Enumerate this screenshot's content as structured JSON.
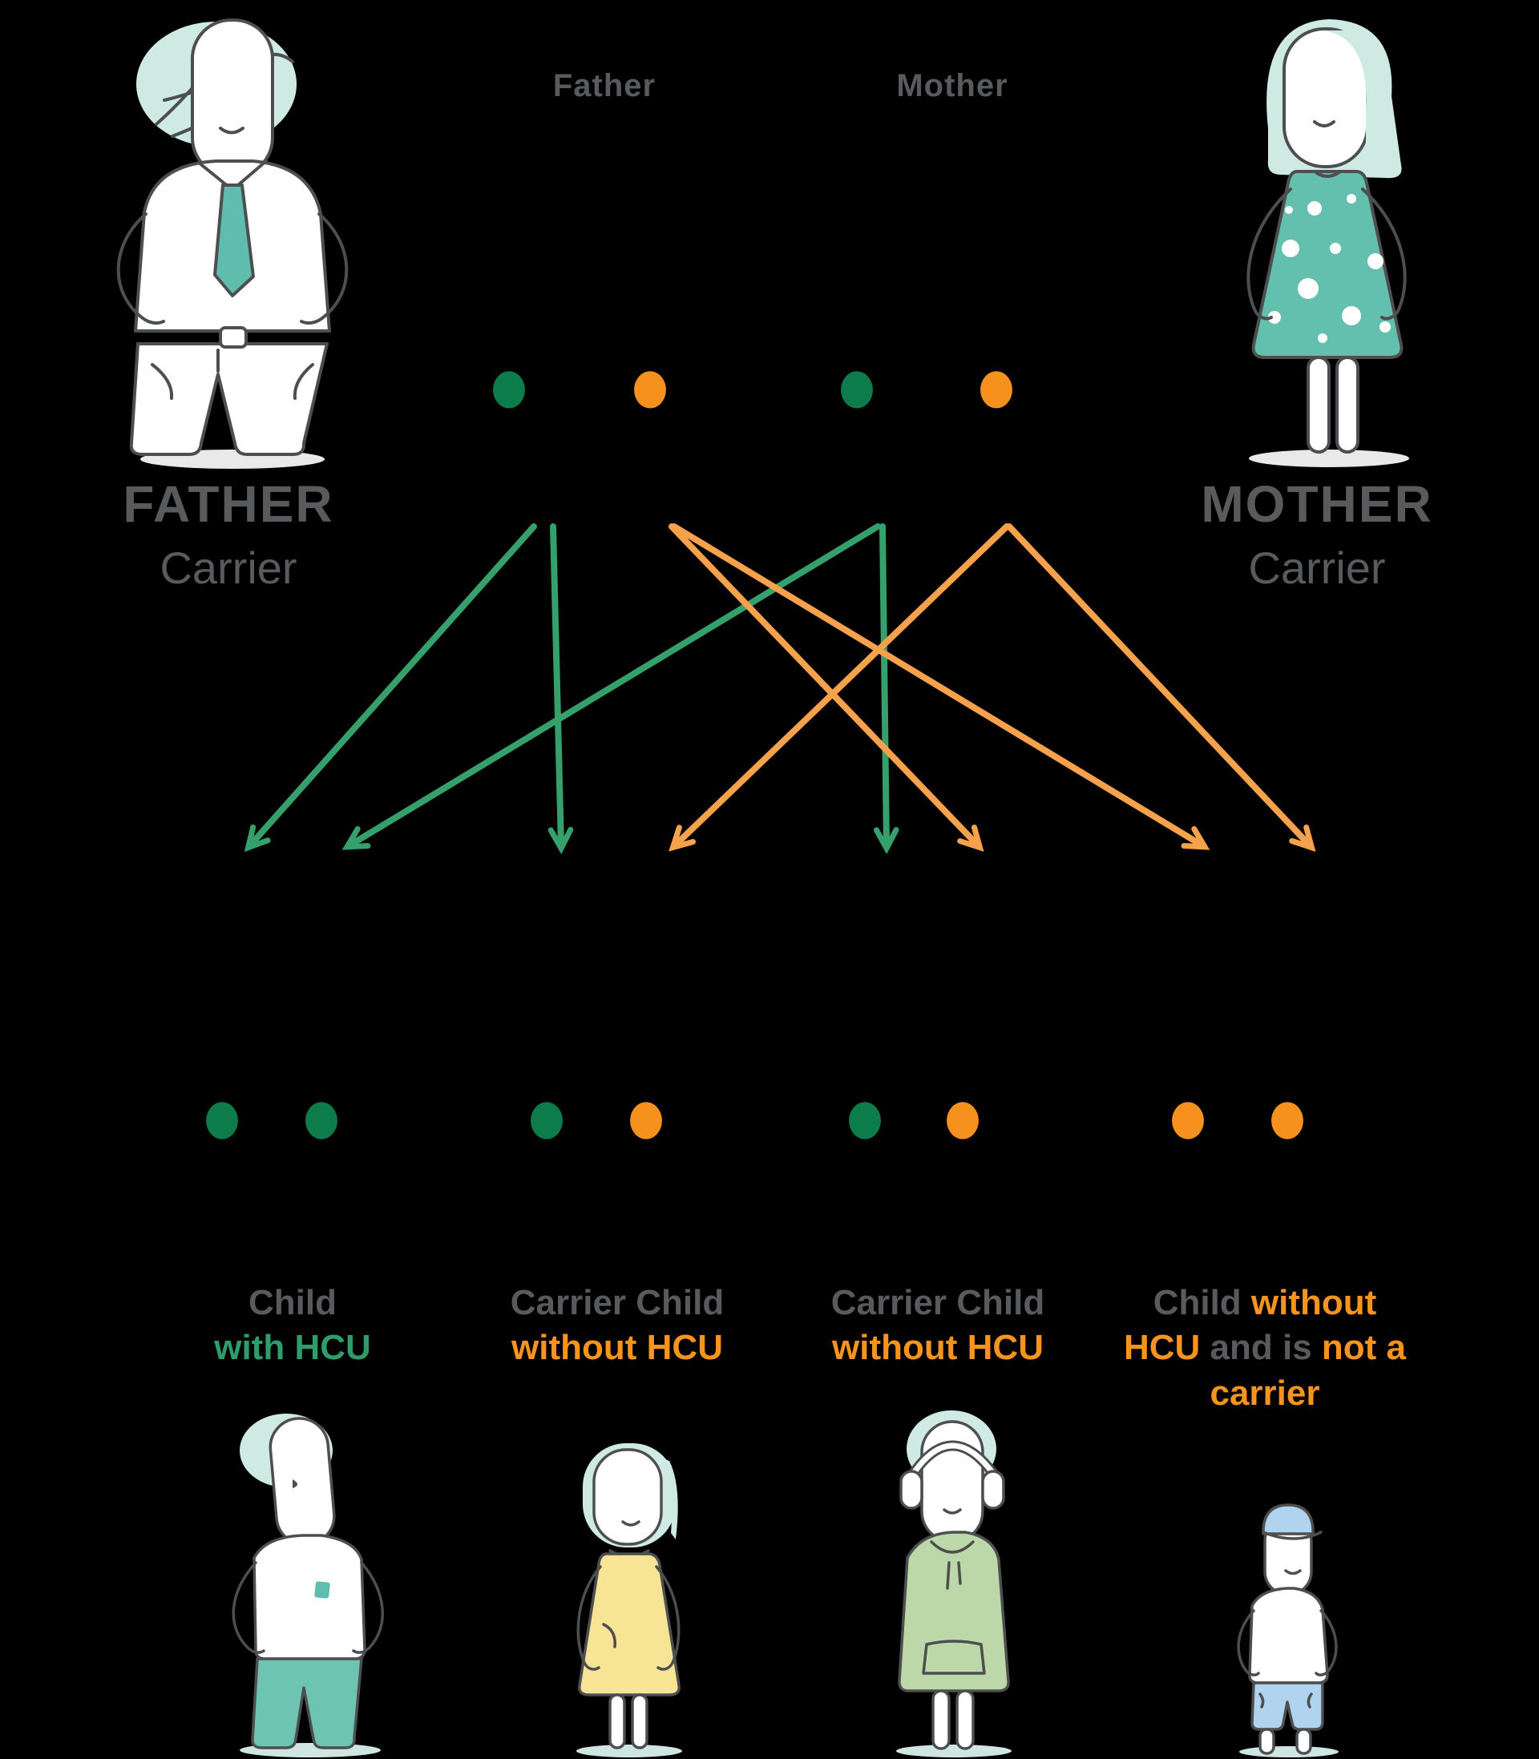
{
  "columns": {
    "father": "Father",
    "mother": "Mother"
  },
  "parents": {
    "father": {
      "name": "FATHER",
      "role": "Carrier",
      "alleles": [
        "green",
        "orange"
      ],
      "figure": "man with white shirt, teal tie and mint hair, hands on hips"
    },
    "mother": {
      "name": "MOTHER",
      "role": "Carrier",
      "alleles": [
        "green",
        "orange"
      ],
      "figure": "woman with teal polka-dot dress and mint bob hair"
    }
  },
  "children": [
    {
      "id": "child-1",
      "alleles": [
        "green",
        "green"
      ],
      "label": {
        "line1": "Child",
        "line2": "with HCU",
        "line2_color": "green"
      },
      "figure": "tall boy, white t-shirt with teal pocket, teal trousers, mint hair"
    },
    {
      "id": "child-2",
      "alleles": [
        "green",
        "orange"
      ],
      "label": {
        "line1": "Carrier Child",
        "line2": "without HCU",
        "line2_color": "orange"
      },
      "figure": "girl in yellow dress with mint bob hair"
    },
    {
      "id": "child-3",
      "alleles": [
        "green",
        "orange"
      ],
      "label": {
        "line1": "Carrier Child",
        "line2": "without HCU",
        "line2_color": "orange"
      },
      "figure": "teen wearing white headphones and green hoodie"
    },
    {
      "id": "child-4",
      "alleles": [
        "orange",
        "orange"
      ],
      "label": {
        "seg1": "Child ",
        "seg2": "without HCU ",
        "seg3": "and is ",
        "seg4": "not a carrier"
      },
      "figure": "small boy with light-blue cap, white t-shirt and light-blue shorts"
    }
  ],
  "arrows": [
    {
      "from": "father-green-strand",
      "to": "child-1-left-strand",
      "color": "green"
    },
    {
      "from": "father-green-strand",
      "to": "child-2-left-strand",
      "color": "green"
    },
    {
      "from": "mother-green-strand",
      "to": "child-1-right-strand",
      "color": "green"
    },
    {
      "from": "mother-green-strand",
      "to": "child-3-left-strand",
      "color": "green"
    },
    {
      "from": "father-orange-strand",
      "to": "child-3-right-strand",
      "color": "orange"
    },
    {
      "from": "father-orange-strand",
      "to": "child-4-left-strand",
      "color": "orange"
    },
    {
      "from": "mother-orange-strand",
      "to": "child-2-right-strand",
      "color": "orange"
    },
    {
      "from": "mother-orange-strand",
      "to": "child-4-right-strand",
      "color": "orange"
    }
  ],
  "colors": {
    "text_gray": "#595a5c",
    "text_green": "#2f9d6a",
    "text_orange": "#f7941e",
    "arrow_green": "#35a06b",
    "arrow_orange": "#f6a14c",
    "allele_green": "#0d7c4b",
    "allele_orange": "#f6911e",
    "dna_gray": "#5d5e60",
    "mint_hair": "#cfe9e3",
    "teal_clothing": "#5fbdae",
    "yellow_dress": "#f8e495",
    "hoodie_green": "#bcd8a8",
    "light_blue": "#b0d3f0"
  }
}
